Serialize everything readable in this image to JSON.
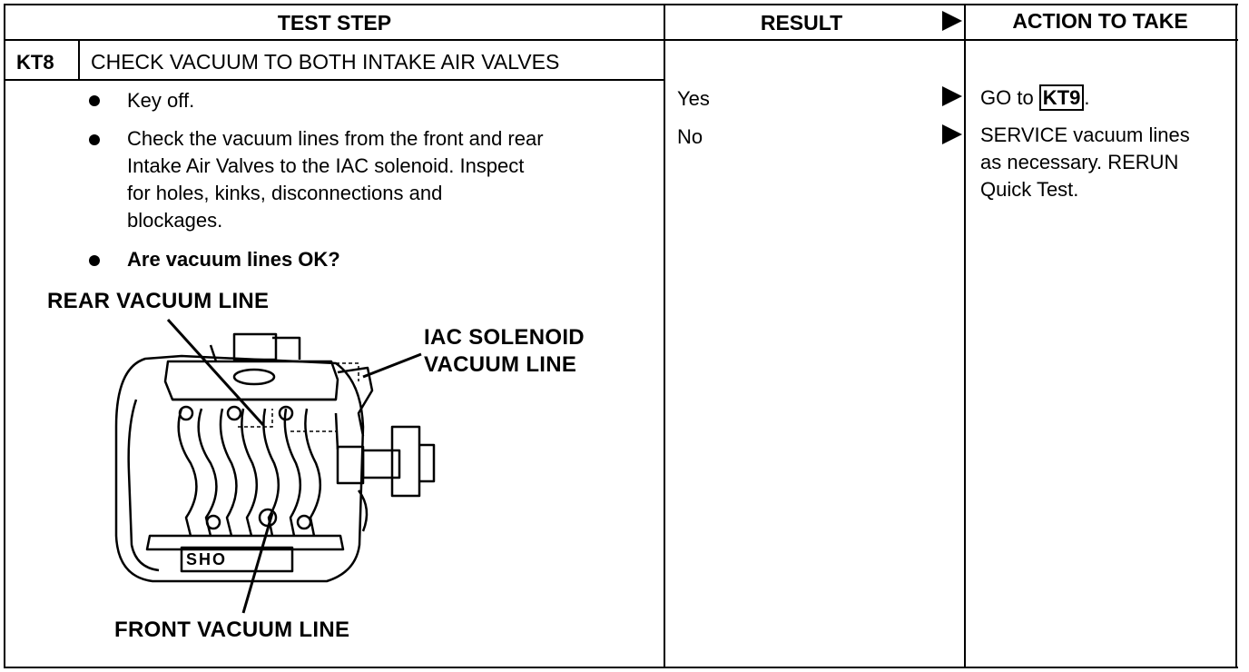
{
  "headers": {
    "test_step": "TEST STEP",
    "result": "RESULT",
    "action": "ACTION TO TAKE"
  },
  "step": {
    "id": "KT8",
    "title": "CHECK VACUUM TO BOTH INTAKE AIR VALVES"
  },
  "bullets": [
    "Key off.",
    [
      "Check the vacuum lines from the front and rear",
      "Intake Air Valves to the IAC solenoid. Inspect",
      "for holes, kinks, disconnections and",
      "blockages."
    ],
    "Are vacuum lines OK?"
  ],
  "diagram": {
    "labels": {
      "rear": "REAR VACUUM LINE",
      "iac": [
        "IAC SOLENOID",
        "VACUUM LINE"
      ],
      "front": "FRONT VACUUM LINE"
    },
    "engine_badge": "SHO"
  },
  "results": [
    {
      "answer": "Yes",
      "action_prefix": "GO to ",
      "action_ref": "KT9",
      "action_suffix": "."
    },
    {
      "answer": "No",
      "action_lines": [
        "SERVICE vacuum lines",
        "as necessary. RERUN",
        "Quick Test."
      ]
    }
  ]
}
